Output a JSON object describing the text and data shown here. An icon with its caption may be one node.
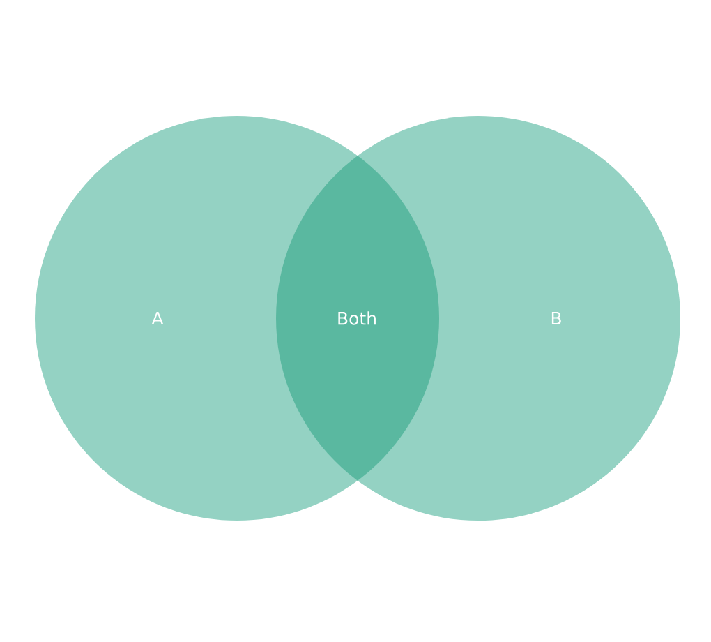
{
  "diagram": {
    "nodes": [
      {
        "text": [
          "A"
        ]
      },
      {
        "text": [
          "B"
        ]
      },
      {
        "text": [
          "Both"
        ]
      }
    ]
  }
}
